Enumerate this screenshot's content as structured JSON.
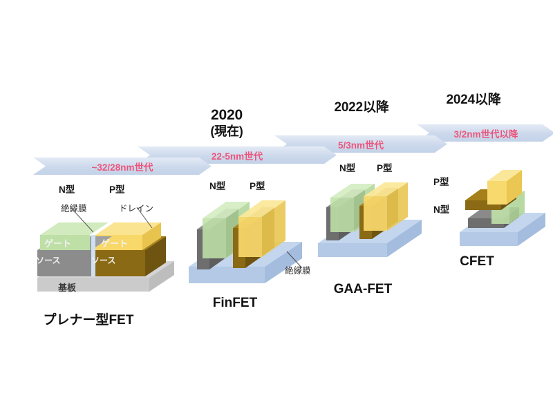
{
  "diagram": {
    "title_semantic": "transistor-structure-evolution-roadmap",
    "background": "#ffffff",
    "banner_text_color": "#e8547c",
    "banner_fill": "#ccd9ec"
  },
  "timeline": {
    "year_headings": [
      {
        "id": "y2020",
        "line1": "2020",
        "line2": "(現在)"
      },
      {
        "id": "y2022",
        "line1": "2022以降",
        "line2": ""
      },
      {
        "id": "y2024",
        "line1": "2024以降",
        "line2": ""
      }
    ],
    "banners": [
      {
        "id": "gen1",
        "label": "~32/28nm世代"
      },
      {
        "id": "gen2",
        "label": "22-5nm世代"
      },
      {
        "id": "gen3",
        "label": "5/3nm世代"
      },
      {
        "id": "gen4",
        "label": "3/2nm世代以降"
      }
    ]
  },
  "devices": [
    {
      "id": "planar",
      "name": "プレナー型FET",
      "type_labels": {
        "n": "N型",
        "p": "P型"
      },
      "callouts": [
        {
          "id": "insulator",
          "text": "絶縁膜"
        },
        {
          "id": "drain",
          "text": "ドレイン"
        }
      ],
      "part_labels": {
        "gate_n": "ゲート",
        "gate_p": "ゲート",
        "source_n": "ソース",
        "source_p": "ソース",
        "substrate": "基板"
      },
      "colors": {
        "gate_n": "#b5d99c",
        "gate_p": "#f7d460",
        "body_n": "#8c8c8c",
        "body_p": "#8a6a14",
        "substrate": "#c9c9c9"
      }
    },
    {
      "id": "finfet",
      "name": "FinFET",
      "type_labels": {
        "n": "N型",
        "p": "P型"
      },
      "callouts": [
        {
          "id": "insulator",
          "text": "絶縁膜"
        }
      ],
      "colors": {
        "gate_n": "#b5d99c",
        "gate_p": "#f7d460",
        "fin_n": "#6e6e6e",
        "fin_p": "#8a6a14",
        "base": "#b9cde8"
      }
    },
    {
      "id": "gaafet",
      "name": "GAA-FET",
      "type_labels": {
        "n": "N型",
        "p": "P型"
      },
      "callouts": [],
      "colors": {
        "gate_n": "#b5d99c",
        "gate_p": "#f7d460",
        "fin_n": "#6e6e6e",
        "fin_p": "#8a6a14",
        "base": "#b9cde8"
      }
    },
    {
      "id": "cfet",
      "name": "CFET",
      "type_labels": {
        "n": "N型",
        "p": "P型"
      },
      "callouts": [],
      "colors": {
        "gate_p": "#f7d460",
        "gate_n": "#b5d99c",
        "slab_p": "#8a6a14",
        "slab_n": "#6e6e6e",
        "base": "#b9cde8"
      }
    }
  ]
}
